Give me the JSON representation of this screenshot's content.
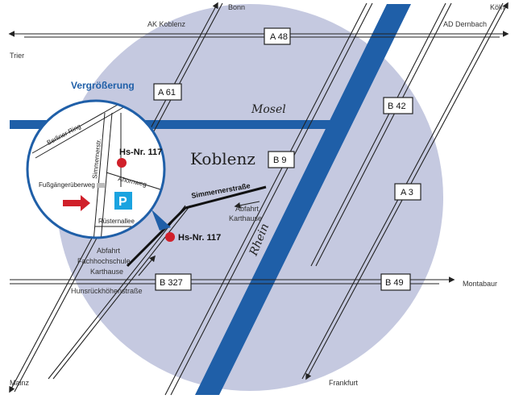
{
  "places": {
    "bonn": "Bonn",
    "koeln": "Köln",
    "trier": "Trier",
    "ak_koblenz": "AK Koblenz",
    "ad_dernbach": "AD Dernbach",
    "montabaur": "Montabaur",
    "mainz": "Mainz",
    "frankfurt": "Frankfurt"
  },
  "roads": {
    "a48": "A 48",
    "a61": "A 61",
    "b42": "B 42",
    "b9": "B 9",
    "a3": "A 3",
    "b327": "B 327",
    "b49": "B 49"
  },
  "map": {
    "city": "Koblenz",
    "river_mosel": "Mosel",
    "river_rhein": "Rhein",
    "simmernerstrasse": "Simmernerstraße",
    "abfahrt_karthause_1": "Abfahrt",
    "abfahrt_karthause_2": "Karthause",
    "abfahrt_fh_1": "Abfahrt",
    "abfahrt_fh_2": "Fachhochschule",
    "abfahrt_fh_3": "Karthause",
    "hunsrueck": "Hunsrückhöhenstraße",
    "hs_nr": "Hs-Nr. 117"
  },
  "inset": {
    "title": "Vergrößerung",
    "berliner_ring": "Berliner Ring",
    "simmernerstr": "Simmernerstr.",
    "hs_nr": "Hs-Nr. 117",
    "ahornweg": "Ahornweg",
    "fussgaenger": "Fußgängerüberweg",
    "parking": "P",
    "ruesternallee": "Rüsternallee"
  },
  "colors": {
    "area": "#c5c9e0",
    "river": "#1f5fa8",
    "marker": "#d0202a",
    "parking": "#1aa3e0",
    "pointer_arrow": "#d0202a"
  }
}
